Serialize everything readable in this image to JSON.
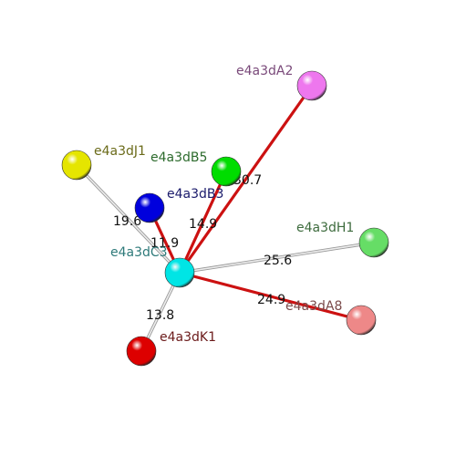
{
  "diagram": {
    "nodes": [
      {
        "id": "C3",
        "label": "e4a3dC3",
        "color": "#00e5e5",
        "label_color": "#2e7a7a"
      },
      {
        "id": "A2",
        "label": "e4a3dA2",
        "color": "#ee77ee",
        "label_color": "#7a4a7a"
      },
      {
        "id": "J1",
        "label": "e4a3dJ1",
        "color": "#e5e500",
        "label_color": "#6b6b1a"
      },
      {
        "id": "B5",
        "label": "e4a3dB5",
        "color": "#00dd00",
        "label_color": "#2d6b2d"
      },
      {
        "id": "B3",
        "label": "e4a3dB3",
        "color": "#0000dd",
        "label_color": "#1a1a6b"
      },
      {
        "id": "H1",
        "label": "e4a3dH1",
        "color": "#66dd66",
        "label_color": "#3d6b3d"
      },
      {
        "id": "A8",
        "label": "e4a3dA8",
        "color": "#ee8888",
        "label_color": "#7a4a4a"
      },
      {
        "id": "K1",
        "label": "e4a3dK1",
        "color": "#dd0000",
        "label_color": "#6b1a1a"
      }
    ],
    "edges": [
      {
        "from": "C3",
        "to": "A2",
        "label": "30.7",
        "style": "red"
      },
      {
        "from": "C3",
        "to": "J1",
        "label": "19.6",
        "style": "grey"
      },
      {
        "from": "C3",
        "to": "B5",
        "label": "14.9",
        "style": "red"
      },
      {
        "from": "C3",
        "to": "B3",
        "label": "11.9",
        "style": "red"
      },
      {
        "from": "C3",
        "to": "H1",
        "label": "25.6",
        "style": "grey"
      },
      {
        "from": "C3",
        "to": "A8",
        "label": "24.9",
        "style": "red"
      },
      {
        "from": "C3",
        "to": "K1",
        "label": "13.8",
        "style": "grey"
      }
    ],
    "colors": {
      "red_edge": "#cc1111",
      "grey_edge": "#c8c8c8"
    }
  }
}
